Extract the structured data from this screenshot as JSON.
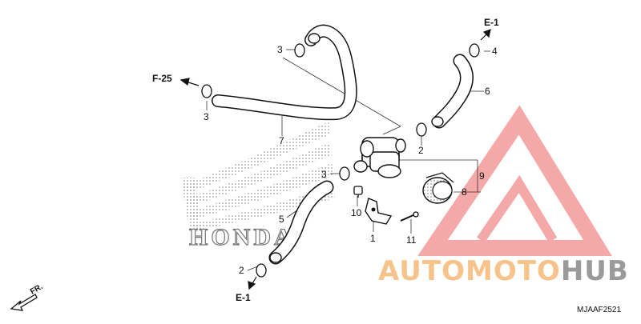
{
  "brand_text": "HONDA",
  "watermark": {
    "part1": "AUTO",
    "part2": "MOTO",
    "part3": "HUB",
    "color_orange": "#f6c48a",
    "color_gray": "#9a9a9a",
    "color_triangle": "#f28b8b"
  },
  "refs": {
    "f25": "F-25",
    "e1_top": "E-1",
    "e1_bottom": "E-1"
  },
  "direction": "FR.",
  "diagram_code": "MJAAF2521",
  "callouts": {
    "c1": "1",
    "c2a": "2",
    "c2b": "2",
    "c3a": "3",
    "c3b": "3",
    "c3c": "3",
    "c4": "4",
    "c5": "5",
    "c6": "6",
    "c7": "7",
    "c8": "8",
    "c9": "9",
    "c10": "10",
    "c11": "11"
  }
}
